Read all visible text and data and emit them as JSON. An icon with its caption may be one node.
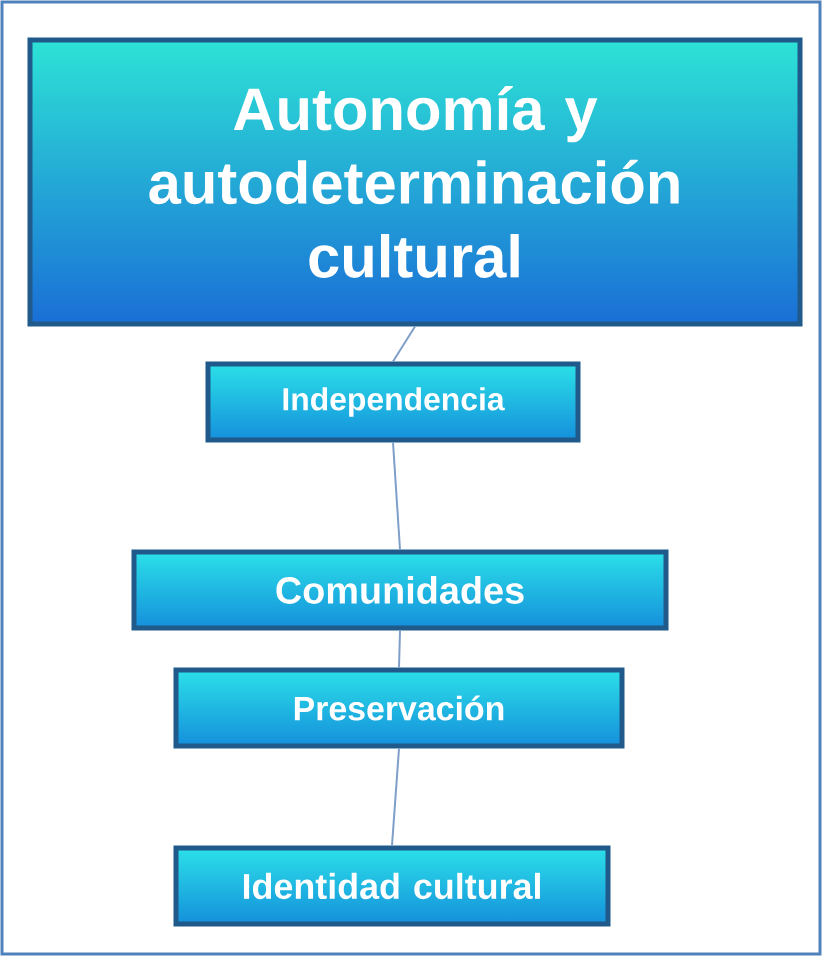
{
  "diagram": {
    "nodes": [
      {
        "text": [
          "Autonomía y autodeterminación cultural"
        ]
      },
      {
        "text": [
          "Independencia"
        ]
      },
      {
        "text": [
          "Comunidades"
        ]
      },
      {
        "text": [
          "Preservación"
        ]
      },
      {
        "text": [
          "Identidad cultural"
        ]
      }
    ],
    "edges": [
      {
        "from": 0,
        "to": 1,
        "arrow": "none"
      },
      {
        "from": 1,
        "to": 2,
        "arrow": "none"
      },
      {
        "from": 2,
        "to": 3,
        "arrow": "none"
      },
      {
        "from": 3,
        "to": 4,
        "arrow": "none"
      }
    ]
  }
}
